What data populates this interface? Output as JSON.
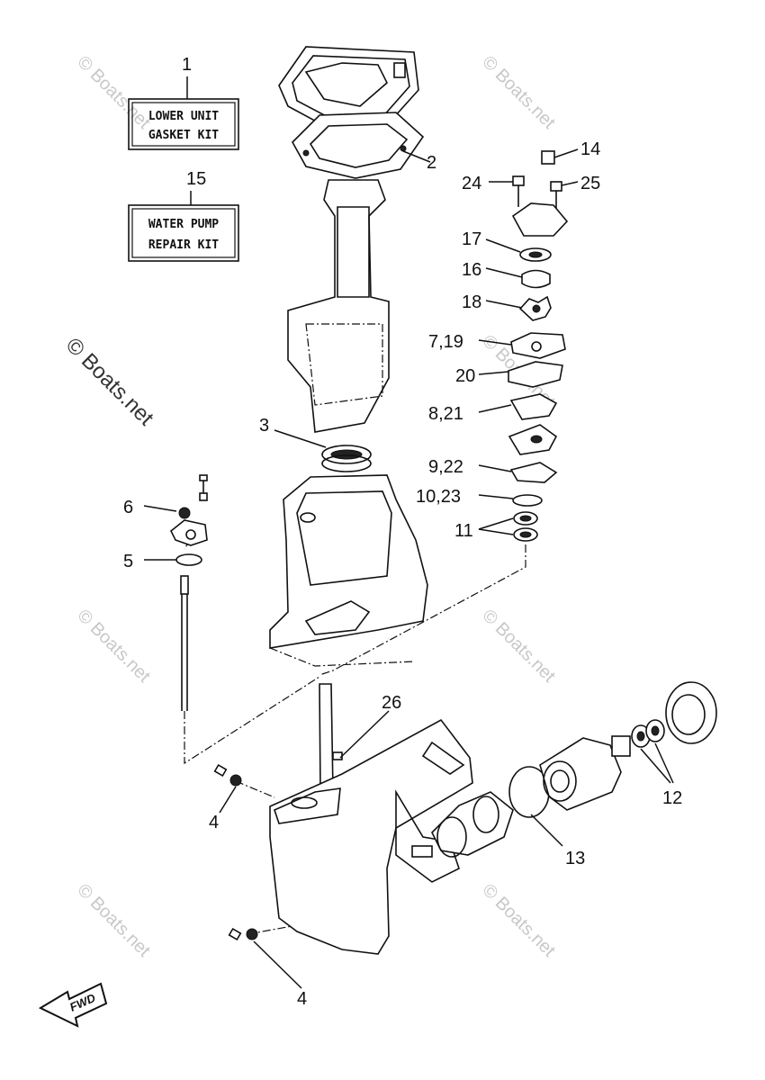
{
  "kits": {
    "lower_unit": {
      "number": "1",
      "line1": "LOWER UNIT",
      "line2": "GASKET KIT"
    },
    "water_pump": {
      "number": "15",
      "line1": "WATER PUMP",
      "line2": "REPAIR KIT"
    }
  },
  "callouts": {
    "c2": "2",
    "c3": "3",
    "c4a": "4",
    "c4b": "4",
    "c5": "5",
    "c6": "6",
    "c7_19": "7,19",
    "c8_21": "8,21",
    "c9_22": "9,22",
    "c10_23": "10,23",
    "c11": "11",
    "c12": "12",
    "c13": "13",
    "c14": "14",
    "c16": "16",
    "c17": "17",
    "c18": "18",
    "c20": "20",
    "c24": "24",
    "c25": "25",
    "c26": "26"
  },
  "watermark": {
    "text": "© Boats.net"
  },
  "fwd_badge": "FWD"
}
